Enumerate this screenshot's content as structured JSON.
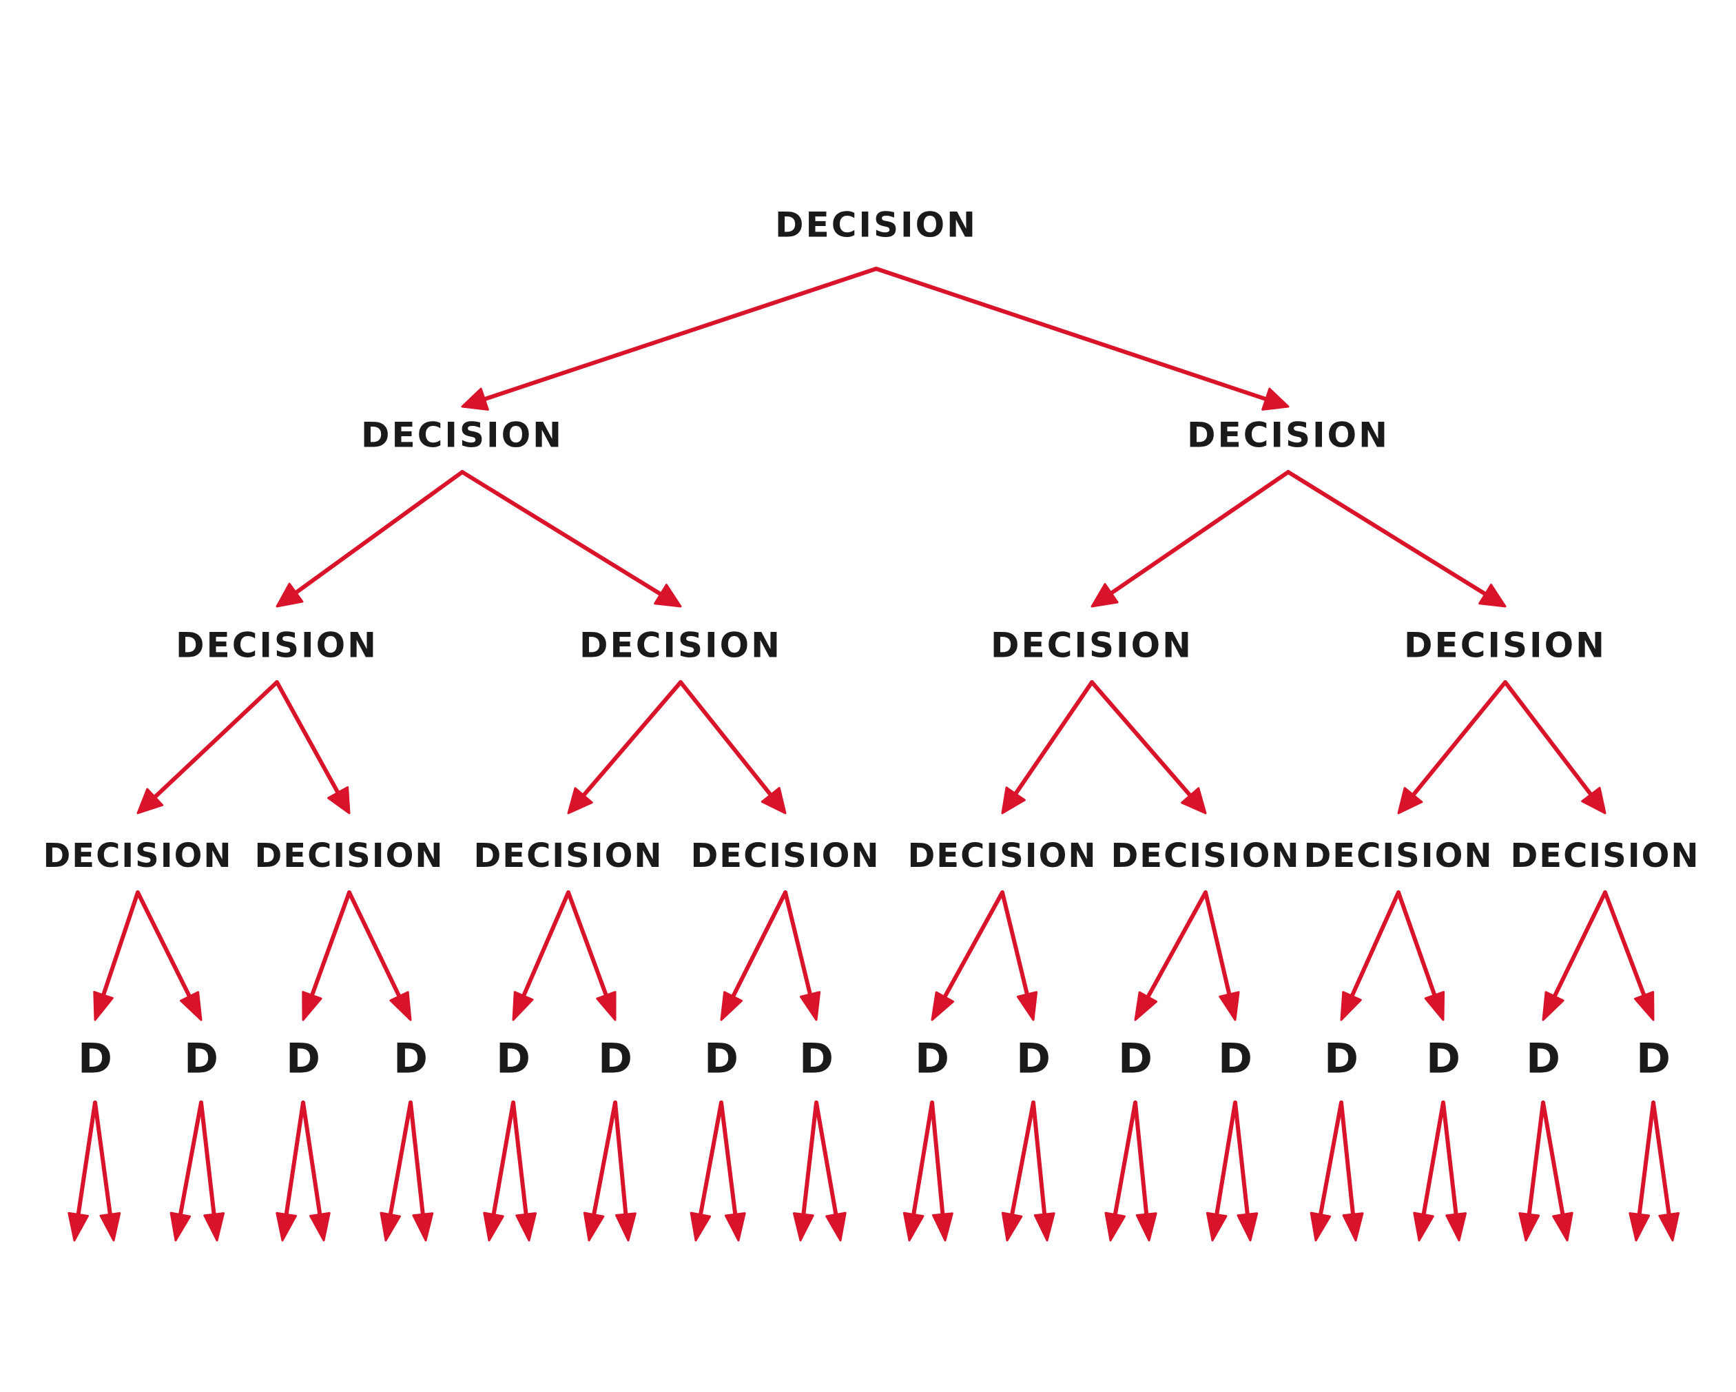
{
  "diagram": {
    "type": "binary-decision-tree",
    "edge_color": "#d8132a",
    "text_color": "#1a1a1a",
    "background": "#ffffff",
    "levels": [
      {
        "label": "DECISION",
        "count": 1
      },
      {
        "label": "DECISION",
        "count": 2
      },
      {
        "label": "DECISION",
        "count": 4
      },
      {
        "label": "DECISION",
        "count": 8
      },
      {
        "label": "D",
        "count": 16
      },
      {
        "label": "",
        "count": 32
      }
    ]
  }
}
